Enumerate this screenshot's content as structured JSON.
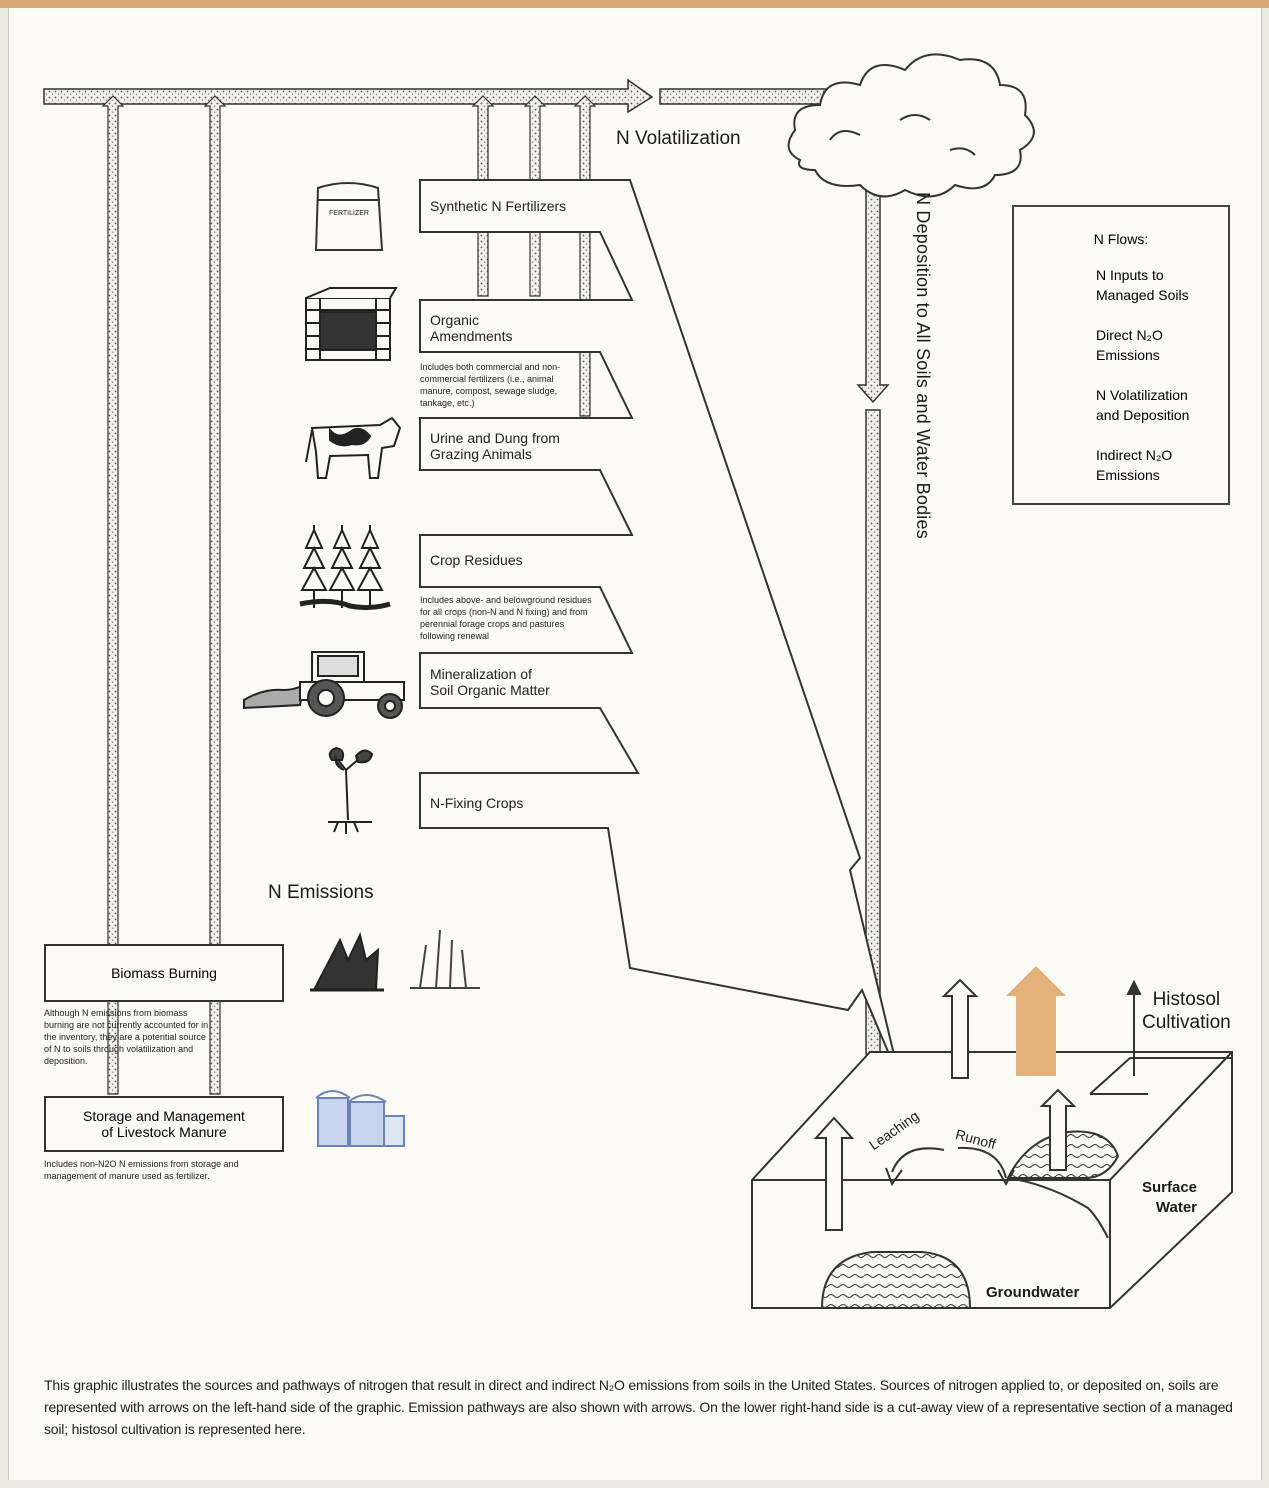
{
  "labels": {
    "n_volatilization": "N Volatilization",
    "n_deposition": "N Deposition to All Soils and Water Bodies",
    "n_emissions": "N Emissions",
    "histosol": "Histosol\nCultivation",
    "leaching": "Leaching",
    "runoff": "Runoff",
    "surface_water": "Surface\nWater",
    "groundwater": "Groundwater",
    "fertilizer_bag": "FERTILIZER"
  },
  "sources": [
    {
      "label": "Synthetic N Fertilizers",
      "note": ""
    },
    {
      "label": "Organic\nAmendments",
      "note": "Includes both commercial and non-commercial fertilizers (i.e., animal manure, compost, sewage sludge, tankage, etc.)"
    },
    {
      "label": "Urine and Dung from\nGrazing Animals",
      "note": ""
    },
    {
      "label": "Crop Residues",
      "note": "Includes above- and belowground residues for all crops (non-N and N fixing) and from perennial forage crops and pastures following renewal"
    },
    {
      "label": "Mineralization of\nSoil Organic Matter",
      "note": ""
    },
    {
      "label": "N-Fixing Crops",
      "note": ""
    }
  ],
  "emission_sources": [
    {
      "label": "Biomass Burning",
      "note": "Although N emissions from biomass burning are not currently accounted for in the inventory, they are a potential source of N to soils through volatilization and deposition."
    },
    {
      "label": "Storage and Management\nof Livestock Manure",
      "note": "Includes non-N2O N emissions from storage and management of manure used as fertilizer."
    }
  ],
  "legend": {
    "title": "N Flows:",
    "items": [
      {
        "label": "N Inputs to\nManaged Soils",
        "style": "outline",
        "color": "#333333"
      },
      {
        "label": "Direct N₂O\nEmissions",
        "style": "solid",
        "color": "#e4b07a"
      },
      {
        "label": "N Volatilization\nand Deposition",
        "style": "dotted",
        "color": "#333333"
      },
      {
        "label": "Indirect N₂O\nEmissions",
        "style": "outline",
        "color": "#333333"
      }
    ]
  },
  "caption": "This graphic illustrates the sources and pathways of nitrogen that result in direct and indirect N₂O emissions from soils in the United States. Sources of nitrogen applied to, or deposited on, soils are represented with arrows on the left-hand side of the graphic. Emission pathways are also shown with arrows. On the lower right-hand side is a cut-away view of a representative section of a managed soil; histosol cultivation is represented here.",
  "colors": {
    "direct_emission": "#e4b07a",
    "line": "#333333",
    "paper": "#fbfaf5"
  }
}
